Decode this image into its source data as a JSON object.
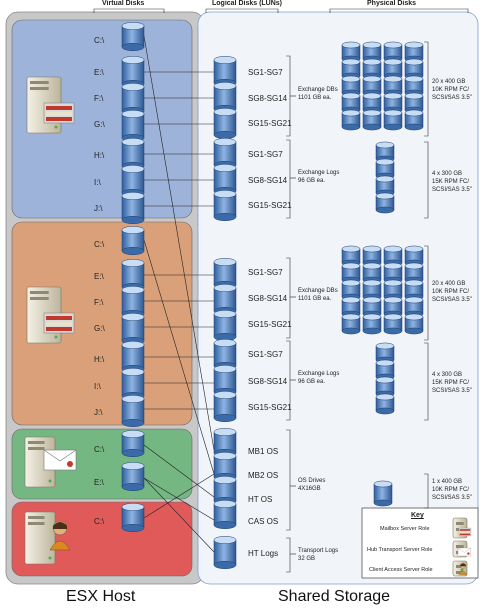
{
  "headers": {
    "virtual_disks": "Virtual Disks",
    "logical_disks": "Logical Disks (LUNs)",
    "physical_disks": "Physical Disks"
  },
  "footer": {
    "esx_host": "ESX Host",
    "shared_storage": "Shared Storage"
  },
  "colors": {
    "blue": "#9db3d9",
    "orange": "#d9a07a",
    "green": "#75b783",
    "red": "#e05a5a",
    "host_bg": "#c8c8c8",
    "storage_bg": "#f1f4f8",
    "disk": "#4f81bd"
  },
  "vm1": {
    "drives": [
      "C:\\",
      "E:\\",
      "F:\\",
      "G:\\",
      "H:\\",
      "I:\\",
      "J:\\"
    ],
    "server_icon": "mailbox-server-icon"
  },
  "vm2": {
    "drives": [
      "C:\\",
      "E:\\",
      "F:\\",
      "G:\\",
      "H:\\",
      "I:\\",
      "J:\\"
    ],
    "server_icon": "mailbox-server-icon"
  },
  "vm3": {
    "drives": [
      "C:\\",
      "E:\\"
    ],
    "server_icon": "hub-transport-server-icon"
  },
  "vm4": {
    "drives": [
      "C:\\"
    ],
    "server_icon": "client-access-server-icon"
  },
  "group1": {
    "luns": [
      "SG1-SG7",
      "SG8-SG14",
      "SG15-SG21",
      "SG1-SG7",
      "SG8-SG14",
      "SG15-SG21"
    ],
    "db_note": [
      "Exchange DBs",
      "1101 GB ea."
    ],
    "log_note": [
      "Exchange Logs",
      "96 GB ea."
    ],
    "phys_db": [
      "20 x 400 GB",
      "10K RPM FC/",
      "SCSI/SAS 3.5\""
    ],
    "phys_log": [
      "4 x 300 GB",
      "15K RPM FC/",
      "SCSI/SAS 3.5\""
    ]
  },
  "group2": {
    "luns": [
      "SG1-SG7",
      "SG8-SG14",
      "SG15-SG21",
      "SG1-SG7",
      "SG8-SG14",
      "SG15-SG21"
    ],
    "db_note": [
      "Exchange DBs",
      "1101 GB ea."
    ],
    "log_note": [
      "Exchange Logs",
      "96 GB ea."
    ],
    "phys_db": [
      "20 x 400 GB",
      "10K RPM FC/",
      "SCSI/SAS 3.5\""
    ],
    "phys_log": [
      "4 x 300 GB",
      "15K RPM FC/",
      "SCSI/SAS 3.5\""
    ]
  },
  "os": {
    "luns": [
      "MB1 OS",
      "MB2 OS",
      "HT OS",
      "CAS OS",
      "HT Logs"
    ],
    "os_note": [
      "OS Drives",
      "4X16GB"
    ],
    "transport_note": [
      "Transport Logs",
      "32 GB"
    ],
    "phys": [
      "1 x 400 GB",
      "10K RPM FC/",
      "SCSI/SAS 3.5\""
    ]
  },
  "key": {
    "title": "Key",
    "items": [
      {
        "label": "Mailbox Server Role",
        "icon": "mailbox-role-icon"
      },
      {
        "label": "Hub Transport Server Role",
        "icon": "hub-transport-role-icon"
      },
      {
        "label": "Client Access Server Role",
        "icon": "client-access-role-icon"
      }
    ]
  }
}
